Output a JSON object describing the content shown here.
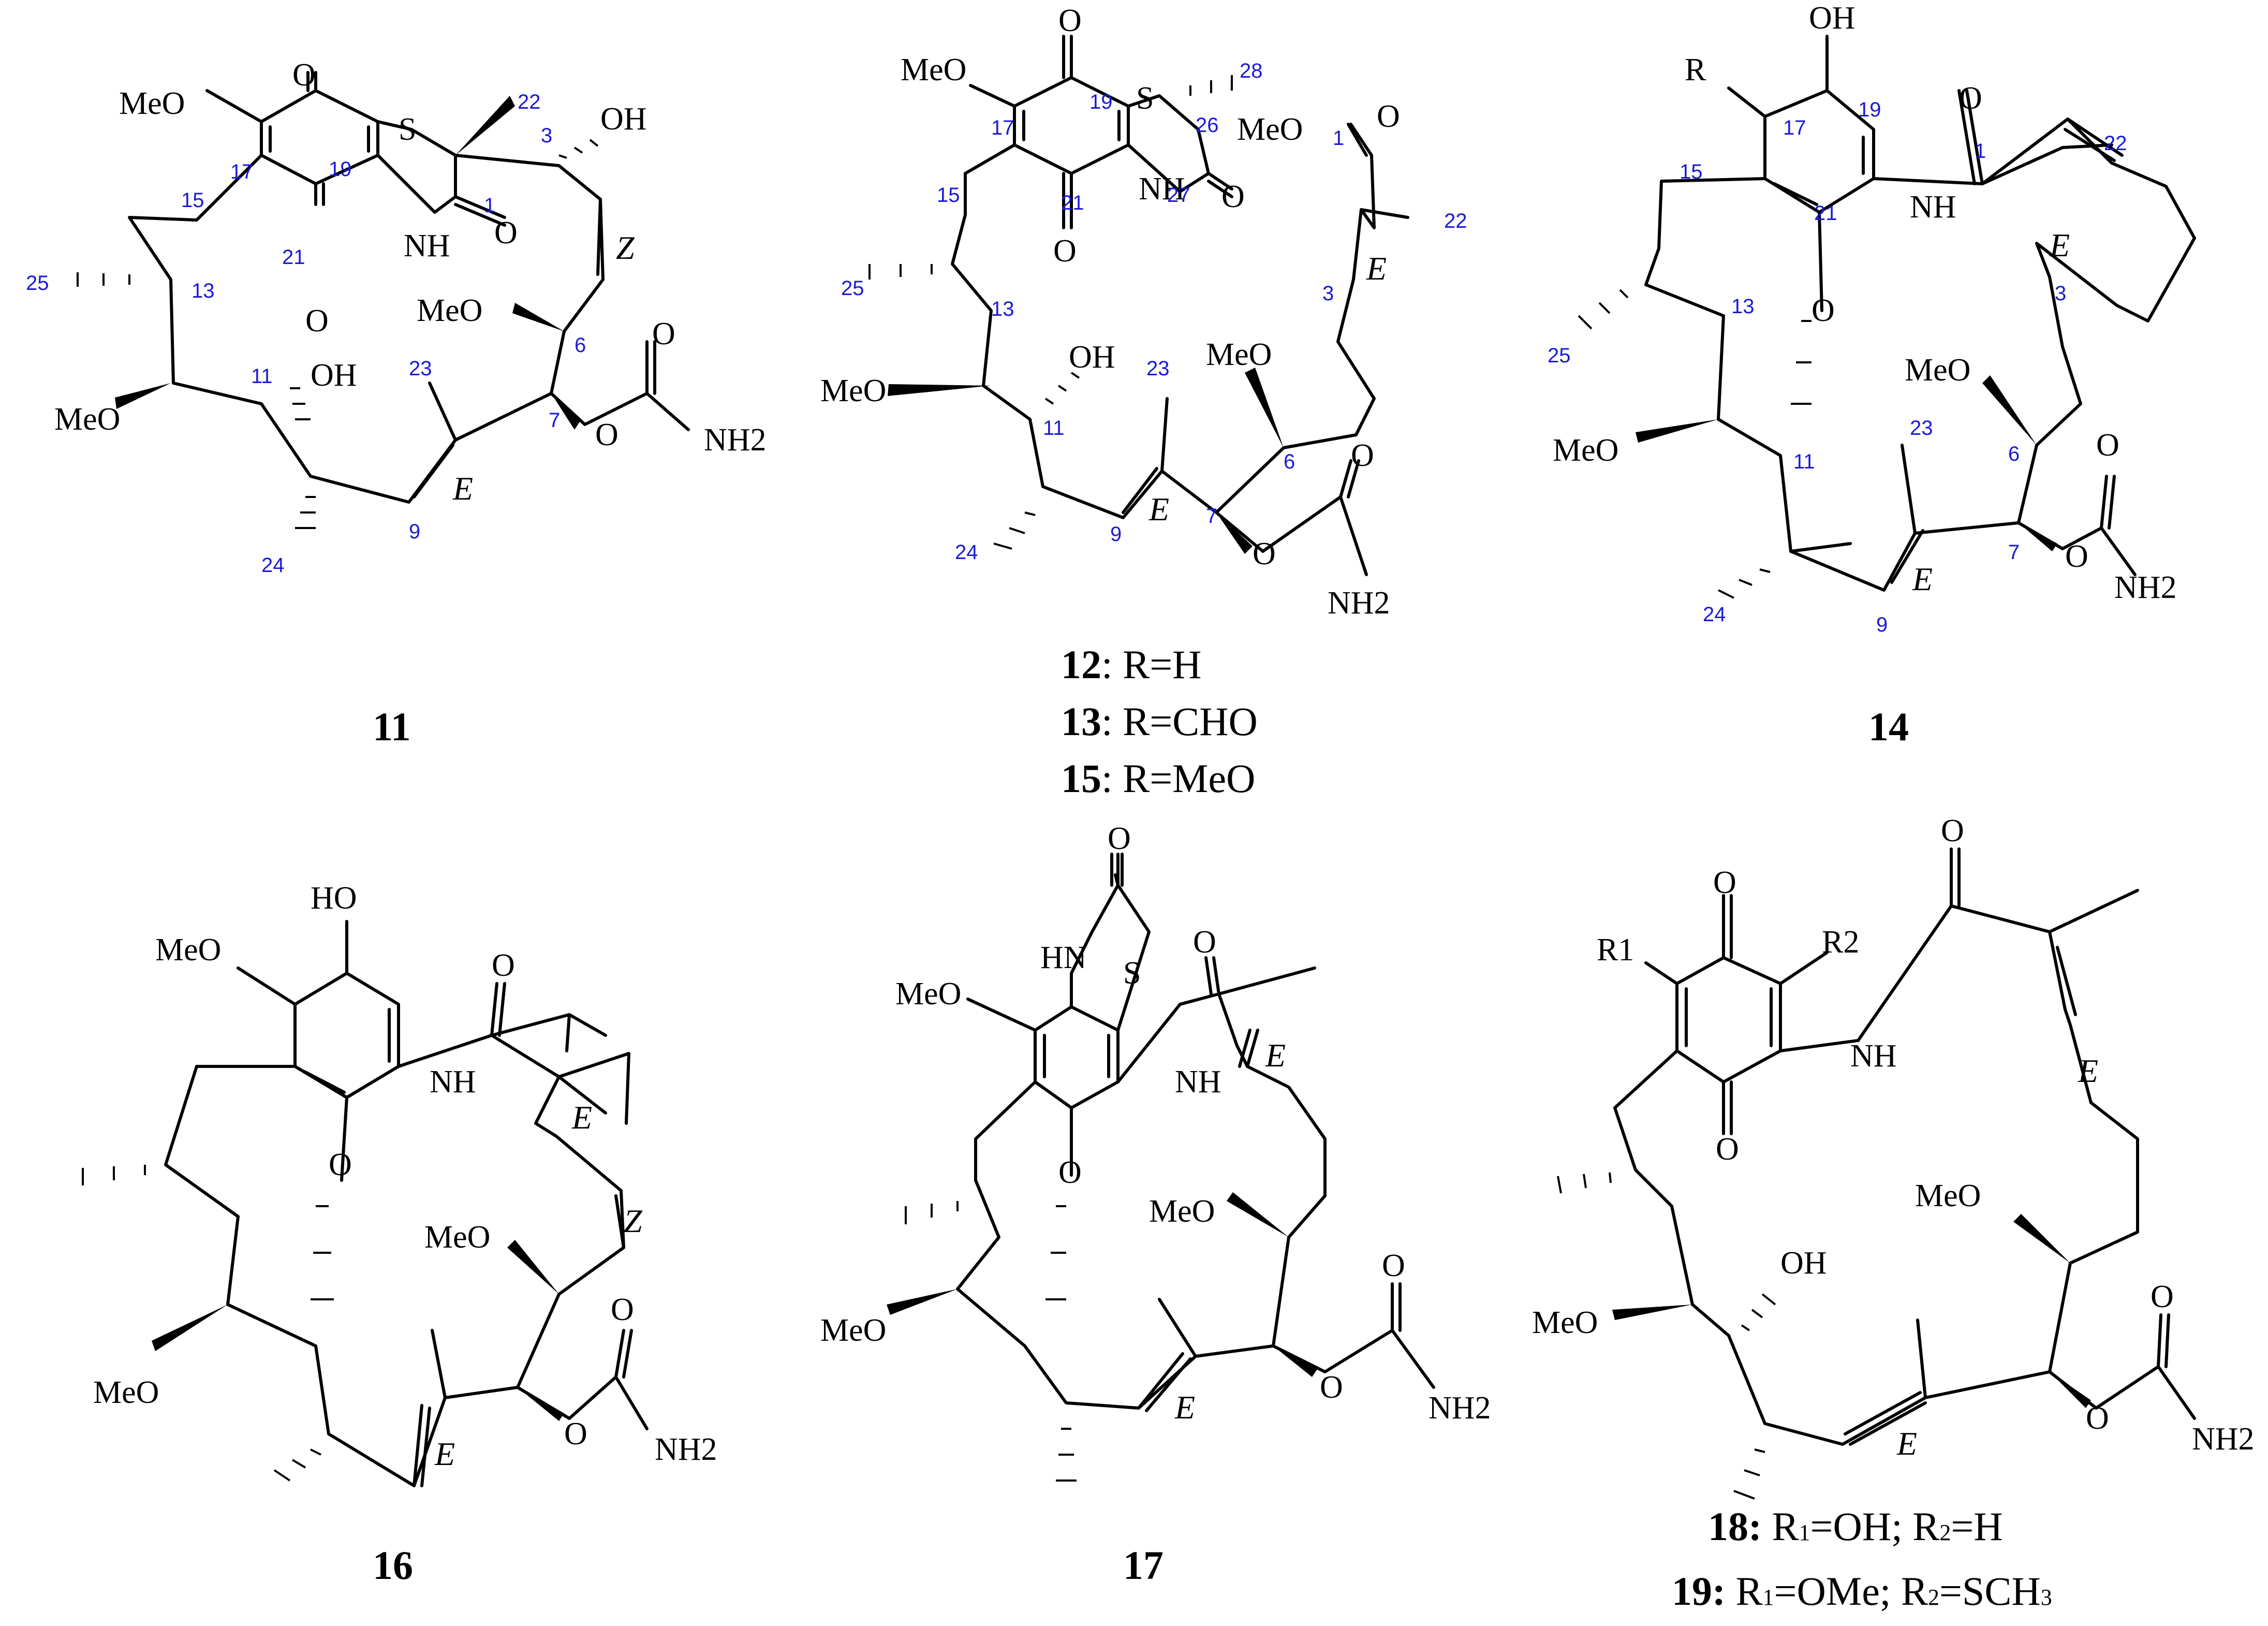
{
  "structures": [
    {
      "id": "11",
      "atoms": [
        "MeO",
        "O",
        "S",
        "OH",
        "O",
        "NH",
        "O",
        "MeO",
        "OH",
        "MeO",
        "O",
        "O",
        "NH2"
      ],
      "numbers": [
        "22",
        "3",
        "17",
        "19",
        "1",
        "15",
        "13",
        "25",
        "21",
        "6",
        "11",
        "23",
        "7",
        "24",
        "9"
      ],
      "geometry": [
        "Z",
        "E"
      ]
    },
    {
      "id": "12",
      "caption": [
        {
          "bold": "12",
          "rest": ": R=H"
        },
        {
          "bold": "13",
          "rest": ": R=CHO"
        },
        {
          "bold": "15",
          "rest": ": R=MeO"
        }
      ],
      "atoms": [
        "O",
        "MeO",
        "S",
        "MeO",
        "O",
        "NH",
        "O",
        "O",
        "OH",
        "MeO",
        "MeO",
        "O",
        "O",
        "NH2"
      ],
      "numbers": [
        "28",
        "19",
        "17",
        "26",
        "1",
        "15",
        "21",
        "27",
        "22",
        "25",
        "13",
        "3",
        "23",
        "11",
        "6",
        "24",
        "9",
        "7"
      ],
      "geometry": [
        "E",
        "E"
      ]
    },
    {
      "id": "14",
      "atoms": [
        "OH",
        "R",
        "O",
        "NH",
        "O",
        "MeO",
        "MeO",
        "O",
        "O",
        "NH2"
      ],
      "numbers": [
        "19",
        "17",
        "1",
        "22",
        "15",
        "21",
        "13",
        "3",
        "25",
        "23",
        "6",
        "11",
        "7",
        "24",
        "9"
      ],
      "geometry": [
        "E",
        "E"
      ]
    },
    {
      "id": "16",
      "atoms": [
        "HO",
        "MeO",
        "O",
        "NH",
        "O",
        "MeO",
        "MeO",
        "O",
        "O",
        "NH2"
      ],
      "geometry": [
        "E",
        "Z",
        "E"
      ]
    },
    {
      "id": "17",
      "atoms": [
        "O",
        "HN",
        "S",
        "MeO",
        "O",
        "NH",
        "O",
        "MeO",
        "MeO",
        "O",
        "O",
        "NH2"
      ],
      "geometry": [
        "E",
        "E"
      ]
    },
    {
      "id": "18",
      "caption": [
        {
          "bold": "18:",
          "r1": " R",
          "s1": "1",
          "m1": "=OH; R",
          "s2": "2",
          "e": "=H"
        },
        {
          "bold": "19:",
          "r1": " R",
          "s1": "1",
          "m1": "=OMe; R",
          "s2": "2",
          "e": "=SCH",
          "s3": "3"
        }
      ],
      "atoms": [
        "O",
        "R1",
        "R2",
        "O",
        "NH",
        "O",
        "MeO",
        "OH",
        "MeO",
        "O",
        "O",
        "NH2"
      ],
      "geometry": [
        "E",
        "E"
      ]
    }
  ]
}
